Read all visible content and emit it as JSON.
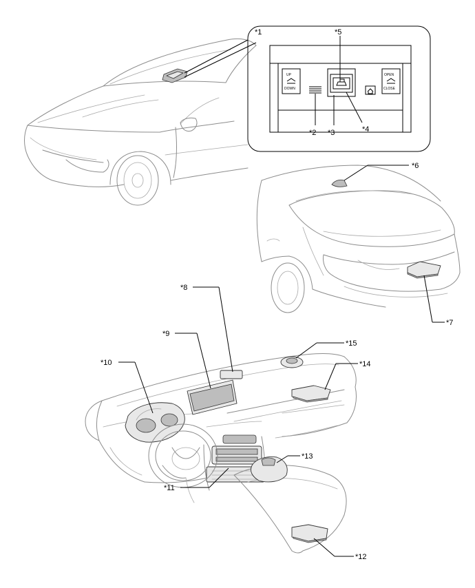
{
  "labels": {
    "c1": "*1",
    "c2": "*2",
    "c3": "*3",
    "c4": "*4",
    "c5": "*5",
    "c6": "*6",
    "c7": "*7",
    "c8": "*8",
    "c9": "*9",
    "c10": "*10",
    "c11": "*11",
    "c12": "*12",
    "c13": "*13",
    "c14": "*14",
    "c15": "*15"
  },
  "switches": {
    "left_top": "UP",
    "left_bottom": "DOWN",
    "right_top": "OPEN",
    "right_bottom": "CLOSE"
  },
  "colors": {
    "outline": "#8c8c8c",
    "callout": "#000000",
    "part_fill": "#e8e8e8"
  }
}
